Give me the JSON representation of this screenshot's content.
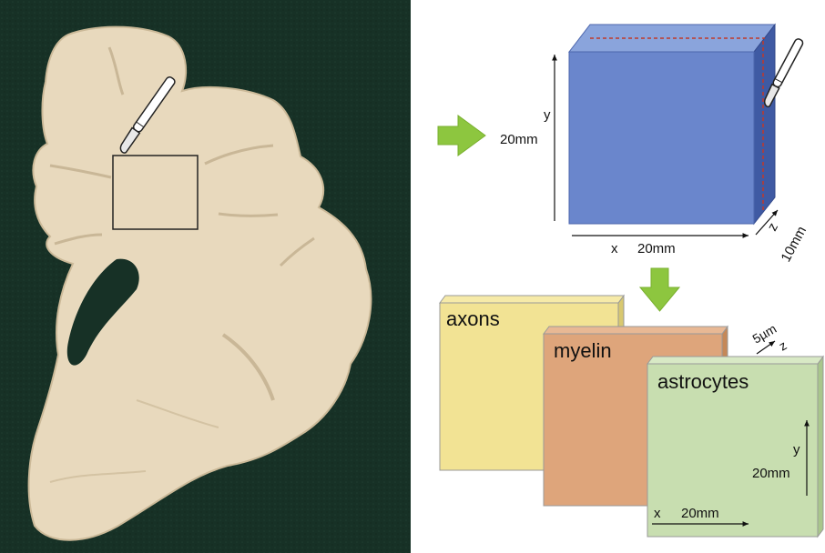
{
  "photo": {
    "subject": "coronal brain tissue slice",
    "tool_icon": "scalpel-icon",
    "selection_box": "tissue-block-outline"
  },
  "block": {
    "y_letter": "y",
    "y_size": "20mm",
    "x_letter": "x",
    "x_size": "20mm",
    "z_letter": "z",
    "z_size": "10mm",
    "tool_icon": "scalpel-icon",
    "colors": {
      "front": "#6a86cc",
      "top": "#8aa4dc",
      "side": "#3f5aa3",
      "cut_line": "#c0392b"
    }
  },
  "arrows": {
    "color": "#8dc63f",
    "icon": "green-arrow-icon"
  },
  "stains": {
    "cards": [
      {
        "label": "axons",
        "color": "#f2e394"
      },
      {
        "label": "myelin",
        "color": "#dea57b"
      },
      {
        "label": "astrocytes",
        "color": "#c8deb0"
      }
    ],
    "z_thickness": "5µm",
    "z_letter": "z",
    "y_letter": "y",
    "y_size": "20mm",
    "x_letter": "x",
    "x_size": "20mm"
  }
}
